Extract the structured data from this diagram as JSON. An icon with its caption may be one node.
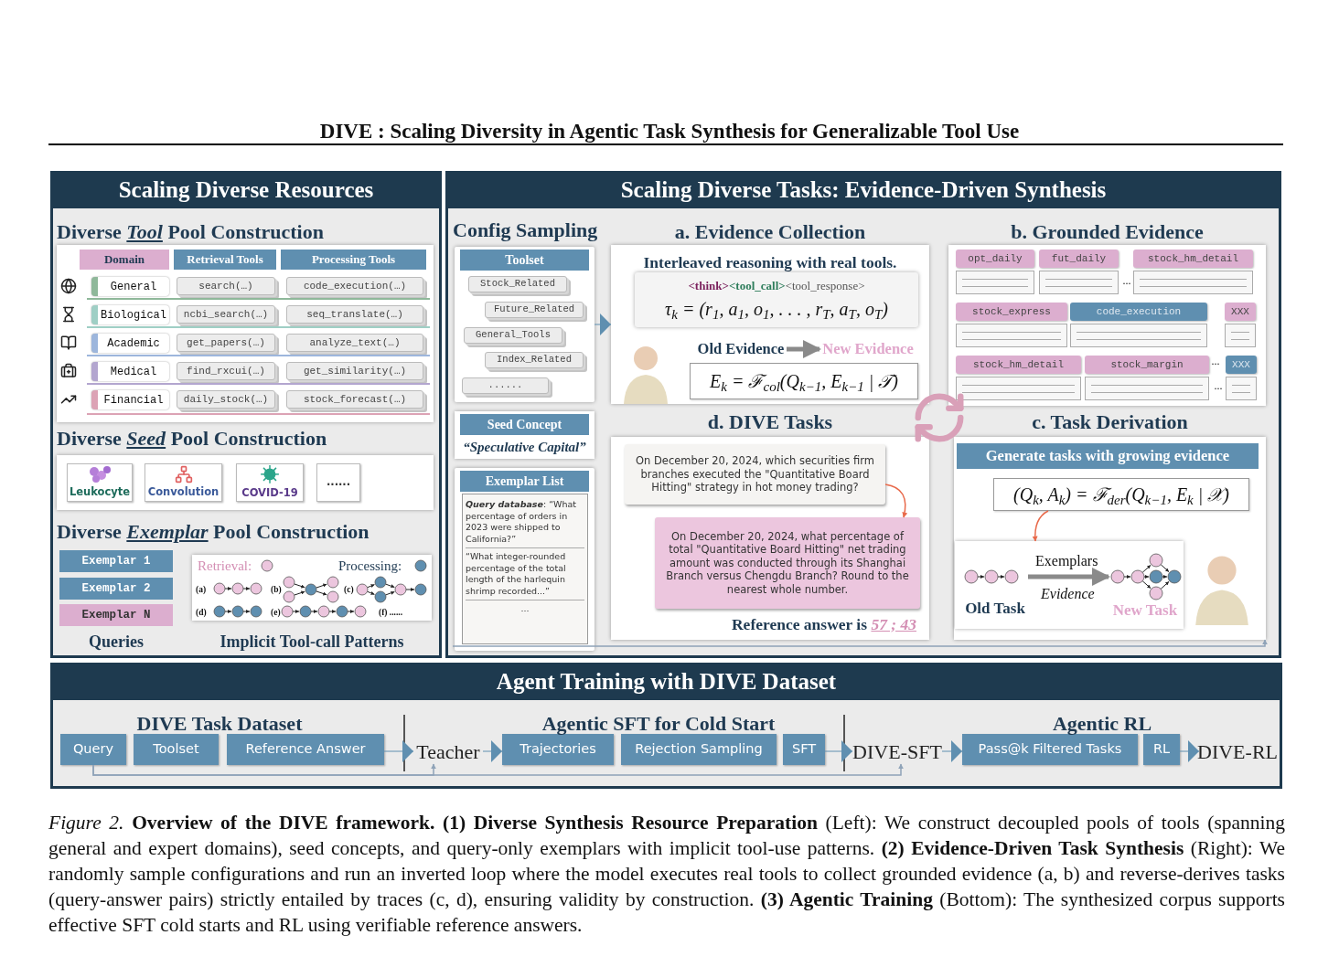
{
  "diagram": {
    "title": "DIVE : Scaling Diversity in Agentic Task Synthesis for Generalizable Tool Use",
    "caption": "*Figure 2.* **Overview of the DIVE framework. (1) Diverse Synthesis Resource Preparation** (Left): We construct decoupled pools of tools (spanning general and expert domains), seed concepts, and query-only exemplars with implicit tool-use patterns. **(2) Evidence-Driven Task Synthesis** (Right): We randomly sample configurations and run an inverted loop where the model executes real tools to collect grounded evidence (a, b) and reverse-derives tasks (query-answer pairs) strictly entailed by traces (c, d), ensuring validity by construction. **(3) Agentic Training** (Bottom): The synthesized corpus supports effective SFT cold starts and RL using verifiable reference answers.",
    "nodes": [
      {
        "text": [
          "Scaling Diverse Resources"
        ]
      },
      {
        "text": [
          "Scaling Diverse Tasks: Evidence-Driven Synthesis"
        ]
      },
      {
        "text": [
          "Agent Training with DIVE Dataset"
        ]
      },
      {
        "text": [
          "Diverse *Tool* Pool Construction"
        ],
        "in": 0
      },
      {
        "text": [
          "Domain"
        ],
        "in": 3
      },
      {
        "text": [
          "Retrieval Tools"
        ],
        "in": 3
      },
      {
        "text": [
          "Processing Tools"
        ],
        "in": 3
      },
      {
        "text": [
          "General"
        ],
        "in": 3
      },
      {
        "text": [
          "search(…)"
        ],
        "in": 3
      },
      {
        "text": [
          "code_execution(…)"
        ],
        "in": 3
      },
      {
        "text": [
          "Biological"
        ],
        "in": 3
      },
      {
        "text": [
          "ncbi_search(…)"
        ],
        "in": 3
      },
      {
        "text": [
          "seq_translate(…)"
        ],
        "in": 3
      },
      {
        "text": [
          "Academic"
        ],
        "in": 3
      },
      {
        "text": [
          "get_papers(…)"
        ],
        "in": 3
      },
      {
        "text": [
          "analyze_text(…)"
        ],
        "in": 3
      },
      {
        "text": [
          "Medical"
        ],
        "in": 3
      },
      {
        "text": [
          "find_rxcui(…)"
        ],
        "in": 3
      },
      {
        "text": [
          "get_similarity(…)"
        ],
        "in": 3
      },
      {
        "text": [
          "Financial"
        ],
        "in": 3
      },
      {
        "text": [
          "daily_stock(…)"
        ],
        "in": 3
      },
      {
        "text": [
          "stock_forecast(…)"
        ],
        "in": 3
      },
      {
        "text": [
          "Diverse *Seed* Pool Construction"
        ],
        "in": 0
      },
      {
        "text": [
          "Leukocyte"
        ],
        "in": 22
      },
      {
        "text": [
          "Convolution"
        ],
        "in": 22
      },
      {
        "text": [
          "COVID-19"
        ],
        "in": 22
      },
      {
        "text": [
          "......"
        ],
        "in": 22
      },
      {
        "text": [
          "Diverse *Exemplar* Pool Construction"
        ],
        "in": 0
      },
      {
        "text": [
          "Exemplar 1"
        ],
        "in": 27
      },
      {
        "text": [
          "Exemplar 2"
        ],
        "in": 27
      },
      {
        "text": [
          "Exemplar N"
        ],
        "in": 27
      },
      {
        "text": [
          "Retrieval:",
          "Processing:",
          "(a)",
          "(b)",
          "(c)",
          "(d)",
          "(e)",
          "(f) ......"
        ],
        "in": 27,
        "beside": [
          "Implicit Tool-call Patterns"
        ]
      },
      {
        "text": [
          "Config Sampling"
        ],
        "in": 1
      },
      {
        "text": [],
        "shape": "box",
        "in": 32
      },
      {
        "text": [
          "Stock_Related"
        ],
        "in": 33
      },
      {
        "text": [
          "Future_Related"
        ],
        "in": 33
      },
      {
        "text": [
          "General_Tools"
        ],
        "in": 33
      },
      {
        "text": [
          "Index_Related"
        ],
        "in": 33
      },
      {
        "text": [
          "......"
        ],
        "in": 33
      },
      {
        "text": [
          "Seed Concept",
          "“Speculative Capital”"
        ],
        "in": 32
      },
      {
        "text": [],
        "shape": "box",
        "in": 32
      },
      {
        "text": [
          "**Query database**: “What percentage of orders in 2023 were shipped to California?”",
          "“What integer-rounded percentage of the total length of the harlequin shrimp recorded...”",
          "..."
        ],
        "in": 40
      },
      {
        "text": [
          "a. Evidence Collection",
          "Interleaved reasoning with real tools."
        ],
        "in": 1
      },
      {
        "text": [
          "<think>",
          "<tool_call>",
          "<tool_response>",
          "τ$_{k}$ = (r$_{1}$, a$_{1}$, o$_{1}$, . . . , r$_{T}$, a$_{T}$, o$_{T}$)"
        ],
        "in": 42
      },
      {
        "text": [
          "Old Evidence"
        ],
        "in": 42
      },
      {
        "text": [
          "New Evidence"
        ],
        "in": 42
      },
      {
        "text": [
          "E$_{k}$ = ℱ$_{col}$(Q$_{k−1}$, E$_{k−1}$ | 𝒯)"
        ],
        "in": 42
      },
      {
        "text": [
          "b. Grounded Evidence"
        ],
        "in": 1
      },
      {
        "text": [
          "opt_daily"
        ],
        "in": 47
      },
      {
        "text": [
          "fut_daily"
        ],
        "in": 47
      },
      {
        "text": [
          "stock_hm_detail"
        ],
        "in": 47
      },
      {
        "text": [
          "stock_express"
        ],
        "in": 47
      },
      {
        "text": [
          "code_execution"
        ],
        "in": 47
      },
      {
        "text": [
          "XXX"
        ],
        "in": 47
      },
      {
        "text": [
          "stock_hm_detail"
        ],
        "in": 47
      },
      {
        "text": [
          "stock_margin"
        ],
        "in": 47
      },
      {
        "text": [
          "XXX"
        ],
        "in": 47
      },
      {
        "text": [
          "d. DIVE Tasks",
          "Reference answer is *57 ; 43*"
        ],
        "in": 1
      },
      {
        "text": [
          "On December 20, 2024, which securities firm branches executed the \"Quantitative Board Hitting\" strategy in hot money trading?"
        ],
        "in": 57
      },
      {
        "text": [
          "On December 20, 2024, what percentage of total \"Quantitative Board Hitting\" net trading amount was conducted through its Shanghai Branch versus Chengdu Branch? Round to the nearest whole number."
        ],
        "in": 57
      },
      {
        "text": [
          "c. Task Derivation",
          "Generate tasks with growing evidence"
        ],
        "in": 1
      },
      {
        "text": [
          "(Q$_{k}$, A$_{k}$) = ℱ$_{der}$(Q$_{k−1}$, E$_{k}$ | 𝒳)"
        ],
        "in": 60
      },
      {
        "text": [
          "Exemplars",
          "Evidence"
        ],
        "in": 60
      },
      {
        "text": [
          "Old Task"
        ],
        "in": 62
      },
      {
        "text": [
          "New Task"
        ],
        "in": 62
      },
      {
        "text": [
          "Query"
        ],
        "in": 2
      },
      {
        "text": [
          "Toolset"
        ],
        "in": 2
      },
      {
        "text": [
          "Reference Answer"
        ],
        "in": 2
      },
      {
        "text": [
          "Teacher"
        ],
        "in": 2
      },
      {
        "text": [
          "Trajectories"
        ],
        "in": 2
      },
      {
        "text": [
          "Rejection Sampling"
        ],
        "in": 2
      },
      {
        "text": [
          "SFT"
        ],
        "in": 2
      },
      {
        "text": [
          "DIVE-SFT"
        ],
        "in": 2
      },
      {
        "text": [
          "Pass@k Filtered Tasks"
        ],
        "in": 2
      },
      {
        "text": [
          "RL"
        ],
        "in": 2
      },
      {
        "text": [
          "DIVE-RL"
        ],
        "in": 2
      },
      {
        "text": [
          "Toolset"
        ],
        "in": 33
      },
      {
        "text": [
          "Exemplar List"
        ],
        "in": 40
      }
    ],
    "edges": [
      {
        "from": 33,
        "to": 42,
        "arrow": "to"
      },
      {
        "from": 44,
        "to": 45,
        "arrow": "to",
        "style": "thick",
        "color": "#8a8a8a"
      },
      {
        "from": 58,
        "to": 59,
        "arrow": "to",
        "color": "#e8694a"
      },
      {
        "from": 61,
        "to": 62,
        "arrow": "to",
        "color": "#e8694a"
      },
      {
        "from": 63,
        "to": 64,
        "arrow": "to",
        "style": "thick",
        "color": "#8a8a8a"
      },
      {
        "from": 67,
        "to": 68,
        "arrow": "to"
      },
      {
        "from": 68,
        "to": 69,
        "arrow": "to"
      },
      {
        "from": 71,
        "to": 72,
        "arrow": "to"
      },
      {
        "from": 72,
        "to": 73,
        "arrow": "to"
      },
      {
        "from": 74,
        "to": 75,
        "arrow": "to"
      },
      {
        "from": 65,
        "to": 68,
        "arrow": "to",
        "color": "#8fa3b8"
      },
      {
        "from": 65,
        "to": 72,
        "arrow": "to",
        "color": "#8fa3b8"
      },
      {
        "from": 32,
        "to": 60,
        "arrow": "to",
        "color": "#8fa3b8"
      }
    ],
    "labels": [
      "Queries",
      "...",
      "...",
      "...",
      "DIVE Task Dataset",
      "Agentic SFT for Cold Start",
      "Agentic RL"
    ]
  }
}
